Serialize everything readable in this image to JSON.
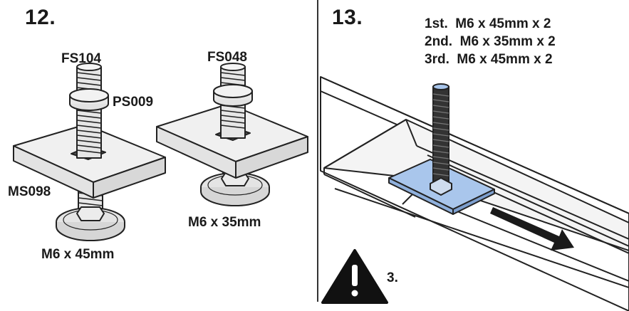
{
  "panel_12": {
    "step_number": "12.",
    "labels": {
      "bolt_long": "FS104",
      "washer": "PS009",
      "plate": "MS098",
      "bolt_short": "FS048",
      "dim_long": "M6 x 45mm",
      "dim_short": "M6 x 35mm"
    }
  },
  "panel_13": {
    "step_number": "13.",
    "bolt_sequence": [
      "1st.  M6 x 45mm x 2",
      "2nd.  M6 x 35mm x 2",
      "3rd.  M6 x 45mm x 2"
    ],
    "warning_ref": "3.",
    "icons": [
      "warning-triangle-icon",
      "slide-direction-arrow-icon"
    ],
    "highlight_color": "#a9c6ec"
  }
}
